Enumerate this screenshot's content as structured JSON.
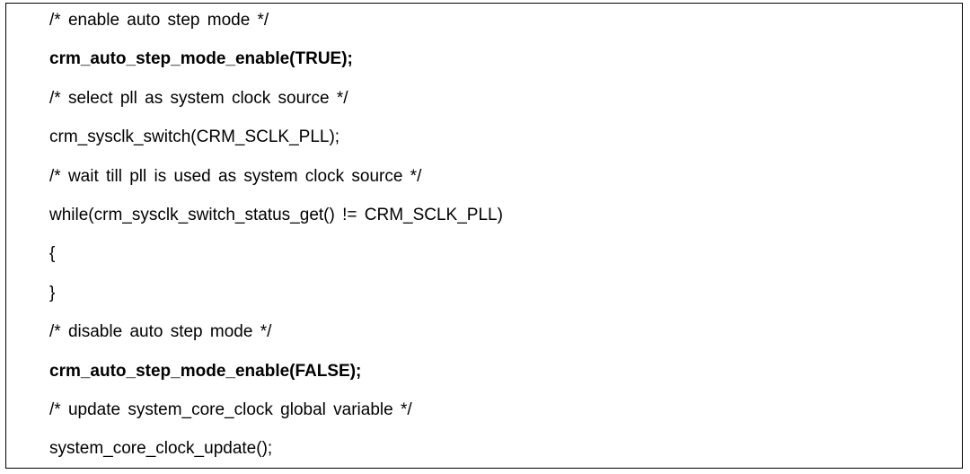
{
  "code_block": {
    "lines": [
      {
        "text": "/* enable auto step mode */",
        "bold": false
      },
      {
        "text": "crm_auto_step_mode_enable(TRUE);",
        "bold": true
      },
      {
        "text": "/* select pll as system clock source */",
        "bold": false
      },
      {
        "text": "crm_sysclk_switch(CRM_SCLK_PLL);",
        "bold": false
      },
      {
        "text": "/* wait till pll is used as system clock source */",
        "bold": false
      },
      {
        "text": "while(crm_sysclk_switch_status_get() != CRM_SCLK_PLL)",
        "bold": false
      },
      {
        "text": "{",
        "bold": false
      },
      {
        "text": "}",
        "bold": false
      },
      {
        "text": "/* disable auto step mode */",
        "bold": false
      },
      {
        "text": "crm_auto_step_mode_enable(FALSE);",
        "bold": true
      },
      {
        "text": "/* update system_core_clock global variable */",
        "bold": false
      },
      {
        "text": "system_core_clock_update();",
        "bold": false
      }
    ]
  }
}
